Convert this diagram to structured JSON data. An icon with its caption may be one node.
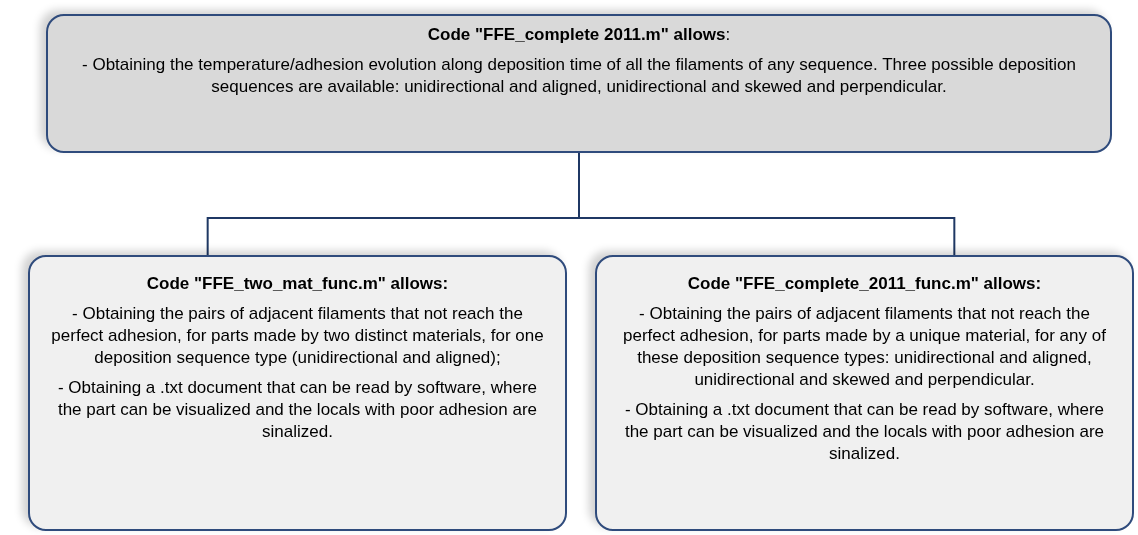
{
  "diagram": {
    "nodes": [
      {
        "text": [
          "**Code \"FFE_complete 2011.m\" allows**:",
          "- Obtaining the temperature/adhesion evolution along deposition time of all the filaments of any sequence. Three possible deposition sequences are available: unidirectional and aligned, unidirectional and skewed and perpendicular."
        ]
      },
      {
        "text": [
          "Code \"FFE_two_mat_func.m\" allows:",
          "- Obtaining the pairs of adjacent filaments that not reach the perfect adhesion, for parts made by two distinct materials, for one deposition sequence type (unidirectional and aligned);",
          "- Obtaining a .txt document that can be read by software, where the part can be visualized and the locals with poor adhesion are sinalized."
        ]
      },
      {
        "text": [
          "Code \"FFE_complete_2011_func.m\" allows:",
          "- Obtaining the pairs of adjacent filaments that not reach the perfect adhesion, for parts made by a unique material, for any of these deposition sequence types: unidirectional and aligned, unidirectional and skewed and perpendicular.",
          "- Obtaining a .txt document that can be read by software, where the part can be visualized and the locals with poor adhesion are sinalized."
        ]
      }
    ],
    "edges": [
      {
        "from": 0,
        "to": 1,
        "arrow": "none"
      },
      {
        "from": 0,
        "to": 2,
        "arrow": "none"
      }
    ]
  }
}
